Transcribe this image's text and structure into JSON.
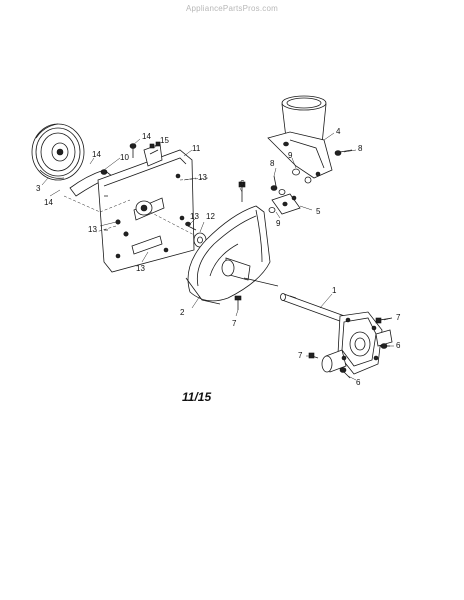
{
  "watermark": "AppliancePartsPros.com",
  "page_label": "11/15",
  "callouts": [
    "14",
    "15",
    "11",
    "10",
    "14",
    "3",
    "14",
    "13",
    "13",
    "13",
    "12",
    "13",
    "6",
    "8",
    "9",
    "4",
    "8",
    "9",
    "5",
    "1",
    "2",
    "7",
    "7",
    "7",
    "6",
    "6"
  ],
  "colors": {
    "ink": "#1a1a1a",
    "background": "#ffffff",
    "watermark": "#b8b8b8"
  }
}
